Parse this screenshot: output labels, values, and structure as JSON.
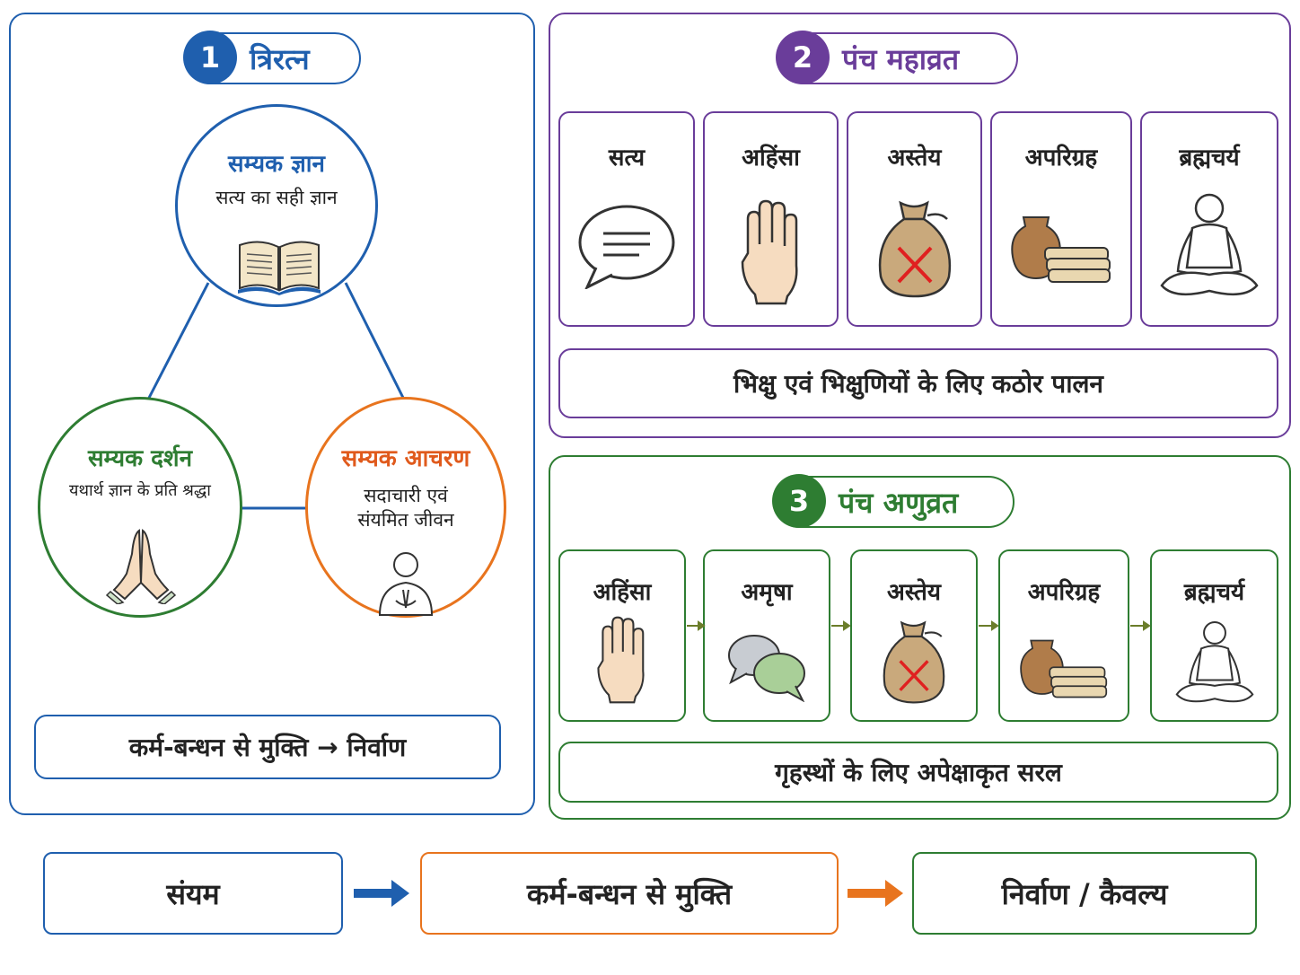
{
  "triratna": {
    "number": "1",
    "title": "त्रिरत्न",
    "gyan": {
      "title": "सम्यक ज्ञान",
      "subtitle": "सत्य का सही ज्ञान"
    },
    "darshan": {
      "title": "सम्यक दर्शन",
      "subtitle": "यथार्थ ज्ञान के प्रति श्रद्धा"
    },
    "acharan": {
      "title": "सम्यक आचरण",
      "subtitle_line1": "सदाचारी एवं",
      "subtitle_line2": "संयमित जीवन"
    },
    "footer": "कर्म-बन्धन से मुक्ति → निर्वाण"
  },
  "mahavrat": {
    "number": "2",
    "title": "पंच महाव्रत",
    "vows": [
      "सत्य",
      "अहिंसा",
      "अस्तेय",
      "अपरिग्रह",
      "ब्रह्मचर्य"
    ],
    "footer": "भिक्षु एवं भिक्षुणियों के लिए कठोर पालन"
  },
  "anuvrat": {
    "number": "3",
    "title": "पंच अणुव्रत",
    "vows": [
      "अहिंसा",
      "अमृषा",
      "अस्तेय",
      "अपरिग्रह",
      "ब्रह्मचर्य"
    ],
    "footer": "गृहस्थों के लिए अपेक्षाकृत सरल"
  },
  "flow": {
    "step1": "संयम",
    "step2": "कर्म-बन्धन से मुक्ति",
    "step3": "निर्वाण / कैवल्य"
  },
  "colors": {
    "blue": "#1f5fae",
    "green": "#2e7d32",
    "orange": "#e8741e",
    "purple": "#6a3d9a"
  },
  "icons": {
    "gyan": "open-book-icon",
    "darshan": "folded-hands-icon",
    "acharan": "namaste-person-icon",
    "satya": "speech-bubble-icon",
    "ahimsa": "raised-hand-icon",
    "asteya": "money-bag-cross-icon",
    "aparigraha": "pot-and-cloth-icon",
    "brahmacharya": "meditating-person-icon",
    "amrisha": "speech-bubbles-icon"
  }
}
